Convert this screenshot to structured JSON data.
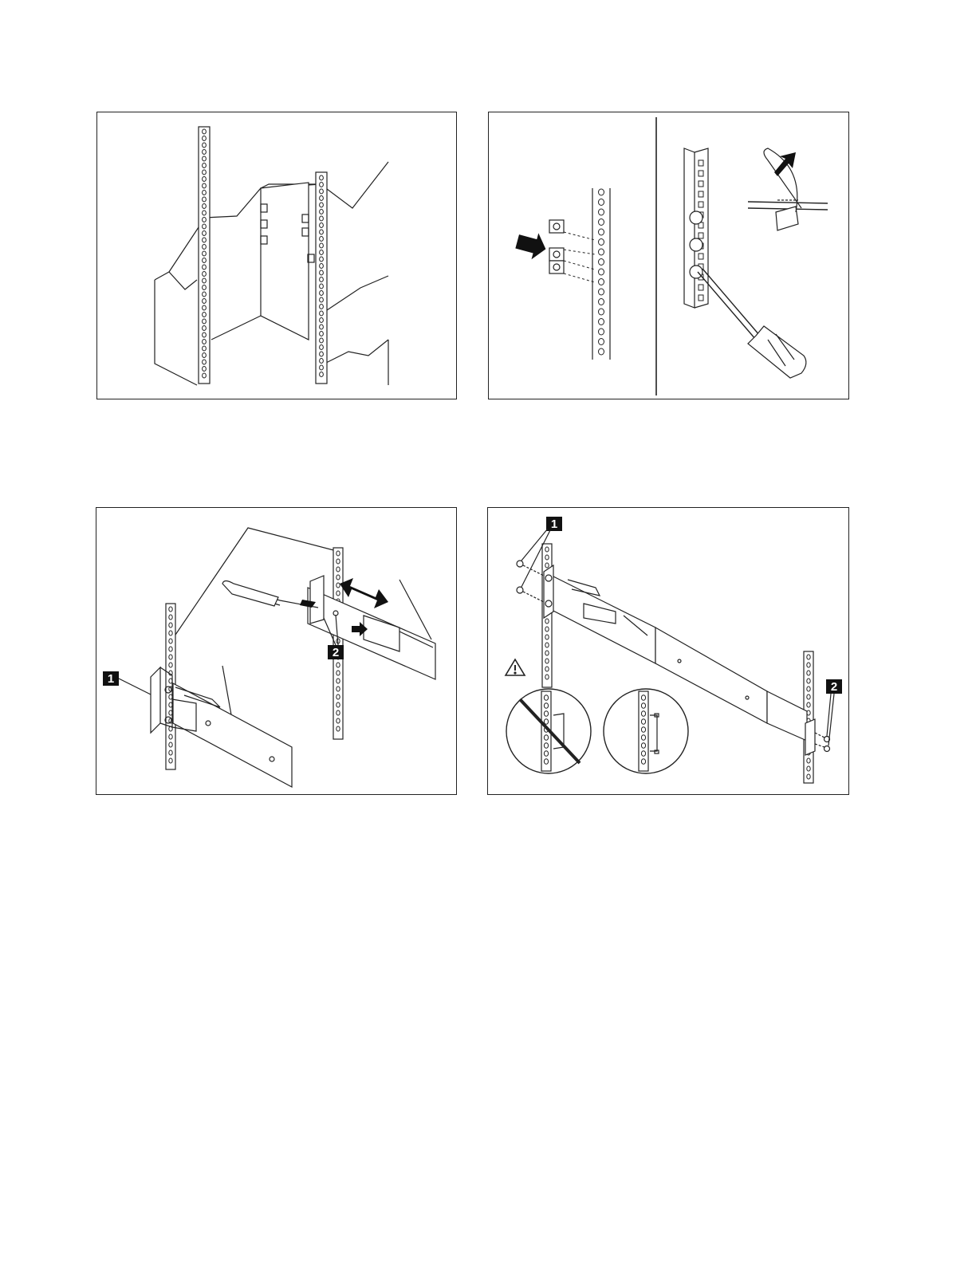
{
  "figures": [
    {
      "id": "rack-cutout-template",
      "callouts": []
    },
    {
      "id": "cage-nut-installation",
      "callouts": []
    },
    {
      "id": "rail-adjustment",
      "callouts": [
        "1",
        "2"
      ]
    },
    {
      "id": "rail-mounting",
      "callouts": [
        "1",
        "2"
      ],
      "warning_symbol": "caution-triangle-icon"
    }
  ]
}
